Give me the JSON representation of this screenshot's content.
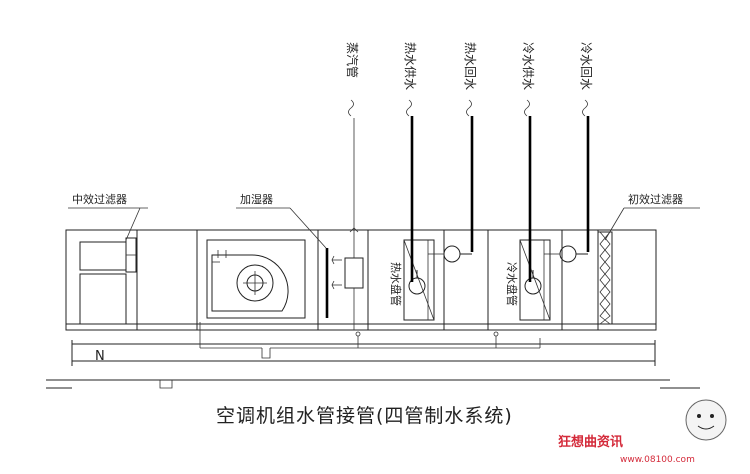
{
  "diagram": {
    "pipes": [
      {
        "label": "蒸汽管"
      },
      {
        "label": "热水供水"
      },
      {
        "label": "热水回水"
      },
      {
        "label": "冷水供水"
      },
      {
        "label": "冷水回水"
      }
    ],
    "components": {
      "mid_filter": "中效过滤器",
      "humidifier": "加湿器",
      "pre_filter": "初效过滤器",
      "hot_coil": "热水盘管",
      "cold_coil": "冷水盘管"
    },
    "floor_mark": "N",
    "caption": "空调机组水管接管(四管制水系统)"
  },
  "watermark": {
    "brand": "狂想曲资讯",
    "url": "www.08100.com"
  }
}
